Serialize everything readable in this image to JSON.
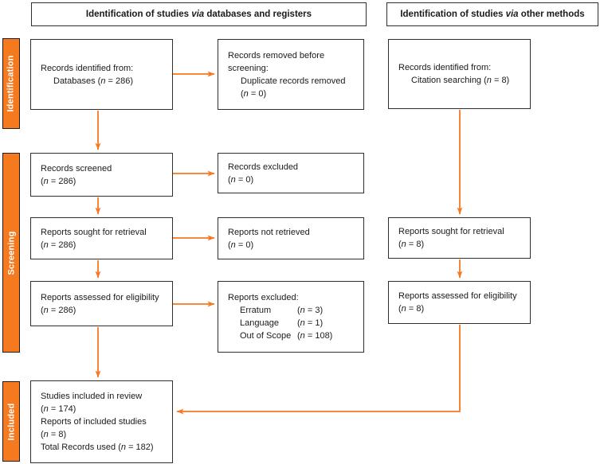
{
  "colors": {
    "orange": "#F5791F",
    "box_border": "#2e2e2e",
    "text": "#1a1a1a",
    "sidebar_text": "#ffffff"
  },
  "headers": {
    "databases": "Identification of studies via databases and registers",
    "other": "Identification of studies via other methods"
  },
  "sidebar": {
    "identification": "Identification",
    "screening": "Screening",
    "included": "Included"
  },
  "boxes": {
    "records_identified_db": {
      "line1": "Records identified from:",
      "line2": "Databases (n = 286)"
    },
    "records_removed": {
      "line1": "Records removed before screening:",
      "line2": "Duplicate records removed",
      "line3": "(n = 0)"
    },
    "records_identified_other": {
      "line1": "Records identified from:",
      "line2": "Citation searching (n = 8)"
    },
    "records_screened": {
      "line1": "Records screened",
      "line2": "(n = 286)"
    },
    "records_excluded": {
      "line1": "Records excluded",
      "line2": "(n = 0)"
    },
    "reports_sought_db": {
      "line1": "Reports sought for retrieval",
      "line2": "(n = 286)"
    },
    "reports_not_retrieved": {
      "line1": "Reports not retrieved",
      "line2": "(n = 0)"
    },
    "reports_sought_other": {
      "line1": "Reports sought for retrieval",
      "line2": "(n = 8)"
    },
    "reports_assessed_db": {
      "line1": "Reports assessed for eligibility",
      "line2": "(n = 286)"
    },
    "reports_excluded": {
      "title": "Reports excluded:",
      "reasons": [
        {
          "label": "Erratum",
          "count": "(n = 3)"
        },
        {
          "label": "Language",
          "count": "(n = 1)"
        },
        {
          "label": "Out of Scope",
          "count": "(n = 108)"
        }
      ]
    },
    "reports_assessed_other": {
      "line1": "Reports assessed for eligibility",
      "line2": "(n = 8)"
    },
    "included": {
      "line1": "Studies included in review",
      "line2": "(n = 174)",
      "line3": "Reports of included studies",
      "line4": "(n = 8)",
      "line5": "Total Records used (n = 182)"
    }
  }
}
